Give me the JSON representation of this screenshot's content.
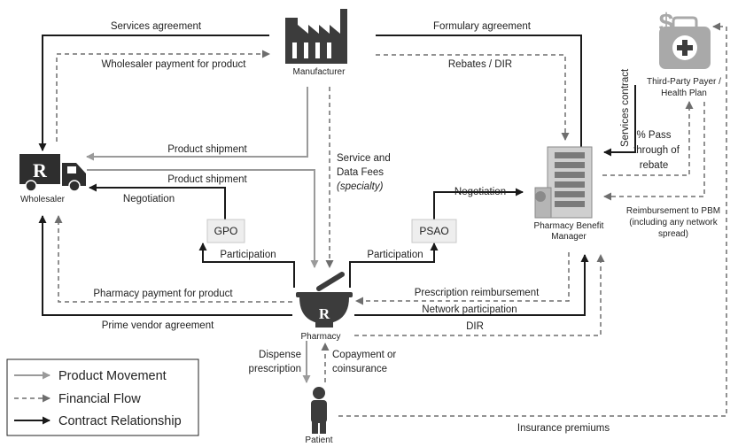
{
  "nodes": {
    "manufacturer": "Manufacturer",
    "wholesaler": "Wholesaler",
    "third_party": [
      "Third-Party Payer /",
      "Health Plan"
    ],
    "pbm": [
      "Pharmacy Benefit",
      "Manager"
    ],
    "gpo": "GPO",
    "psao": "PSAO",
    "pharmacy": "Pharmacy",
    "patient": "Patient"
  },
  "edges": {
    "services_agreement": "Services agreement",
    "wholesaler_payment": "Wholesaler payment for product",
    "formulary_agreement": "Formulary agreement",
    "rebates_dir": "Rebates / DIR",
    "services_contract": "Services contract",
    "pass_through": [
      "% Pass",
      "through of",
      "rebate"
    ],
    "reimbursement_pbm": [
      "Reimbursement to PBM",
      "(including any network",
      "spread)"
    ],
    "product_shipment_1": "Product shipment",
    "product_shipment_2": "Product shipment",
    "service_data_fees": [
      "Service and",
      "Data Fees"
    ],
    "specialty": "(specialty)",
    "negotiation_gpo": "Negotiation",
    "negotiation_psao": "Negotiation",
    "participation_gpo": "Participation",
    "participation_psao": "Participation",
    "pharmacy_payment": "Pharmacy payment for product",
    "prime_vendor": "Prime vendor agreement",
    "prescription_reimbursement": "Prescription reimbursement",
    "network_participation": "Network participation",
    "dir": "DIR",
    "dispense": [
      "Dispense",
      "prescription"
    ],
    "copayment": [
      "Copayment or",
      "coinsurance"
    ],
    "insurance_premiums": "Insurance premiums"
  },
  "legend": {
    "product_movement": "Product Movement",
    "financial_flow": "Financial Flow",
    "contract_relationship": "Contract Relationship"
  },
  "colors": {
    "product": "#9a9a9a",
    "financial": "#6e6e6e",
    "contract": "#1a1a1a",
    "icon_dark": "#3c3c3c",
    "icon_light": "#a9a9a9",
    "box_fill": "#eeeeee"
  }
}
